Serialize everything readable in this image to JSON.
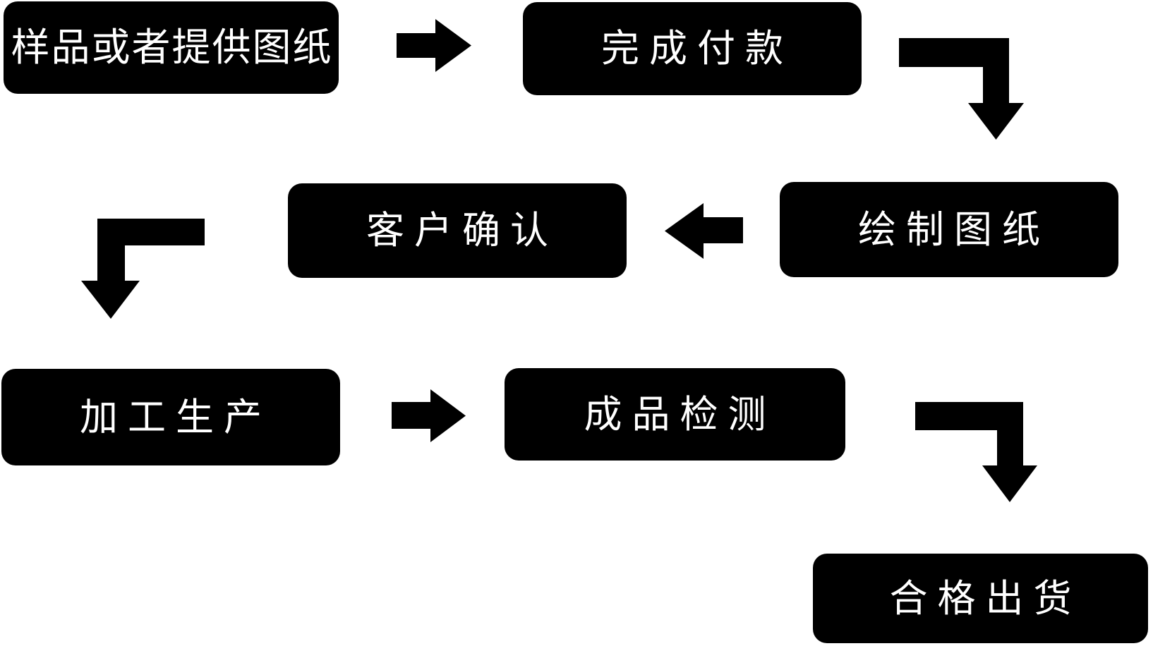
{
  "diagram": {
    "type": "flowchart",
    "background": "#ffffff",
    "colors": {
      "node_bg": "#000000",
      "node_text": "#ffffff",
      "arrow": "#000000"
    },
    "nodes": [
      {
        "id": "sample",
        "label": "样品或者提供图纸"
      },
      {
        "id": "payment",
        "label": "完成付款"
      },
      {
        "id": "draw",
        "label": "绘制图纸"
      },
      {
        "id": "confirm",
        "label": "客户确认"
      },
      {
        "id": "production",
        "label": "加工生产"
      },
      {
        "id": "inspection",
        "label": "成品检测"
      },
      {
        "id": "shipment",
        "label": "合格出货"
      }
    ],
    "edges": [
      {
        "from": "sample",
        "to": "payment",
        "shape": "right-arrow"
      },
      {
        "from": "payment",
        "to": "draw",
        "shape": "elbow-right-down-arrow"
      },
      {
        "from": "draw",
        "to": "confirm",
        "shape": "left-arrow"
      },
      {
        "from": "confirm",
        "to": "production",
        "shape": "elbow-left-down-arrow"
      },
      {
        "from": "production",
        "to": "inspection",
        "shape": "right-arrow"
      },
      {
        "from": "inspection",
        "to": "shipment",
        "shape": "elbow-right-down-arrow"
      }
    ]
  }
}
